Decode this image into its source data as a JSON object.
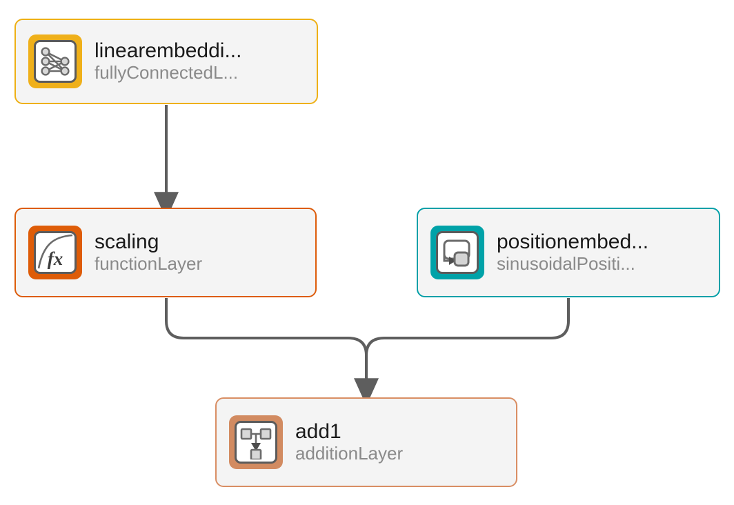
{
  "graph": {
    "background_color": "#ffffff",
    "edge_color": "#5e5e5e",
    "nodes": [
      {
        "id": "linearembedding",
        "title": "linearembeddi...",
        "subtitle": "fullyConnectedL...",
        "icon": "fully-connected-layer-icon",
        "accent_color": "#efb01a",
        "border_color": "#eeb015",
        "card_color": "#f4f4f4"
      },
      {
        "id": "scaling",
        "title": "scaling",
        "subtitle": "functionLayer",
        "icon": "function-layer-fx-icon",
        "accent_color": "#de5c08",
        "border_color": "#dd5c0a",
        "card_color": "#f4f4f4"
      },
      {
        "id": "positionembedding",
        "title": "positionembed...",
        "subtitle": "sinusoidalPositi...",
        "icon": "sinusoidal-position-embedding-icon",
        "accent_color": "#00a2a8",
        "border_color": "#00a0a8",
        "card_color": "#f4f4f4"
      },
      {
        "id": "add1",
        "title": "add1",
        "subtitle": "additionLayer",
        "icon": "addition-layer-icon",
        "accent_color": "#d28b61",
        "border_color": "#d98e63",
        "card_color": "#f4f4f4"
      }
    ],
    "edges": [
      {
        "from": "linearembedding",
        "to": "scaling"
      },
      {
        "from": "scaling",
        "to": "add1"
      },
      {
        "from": "positionembedding",
        "to": "add1"
      }
    ]
  }
}
